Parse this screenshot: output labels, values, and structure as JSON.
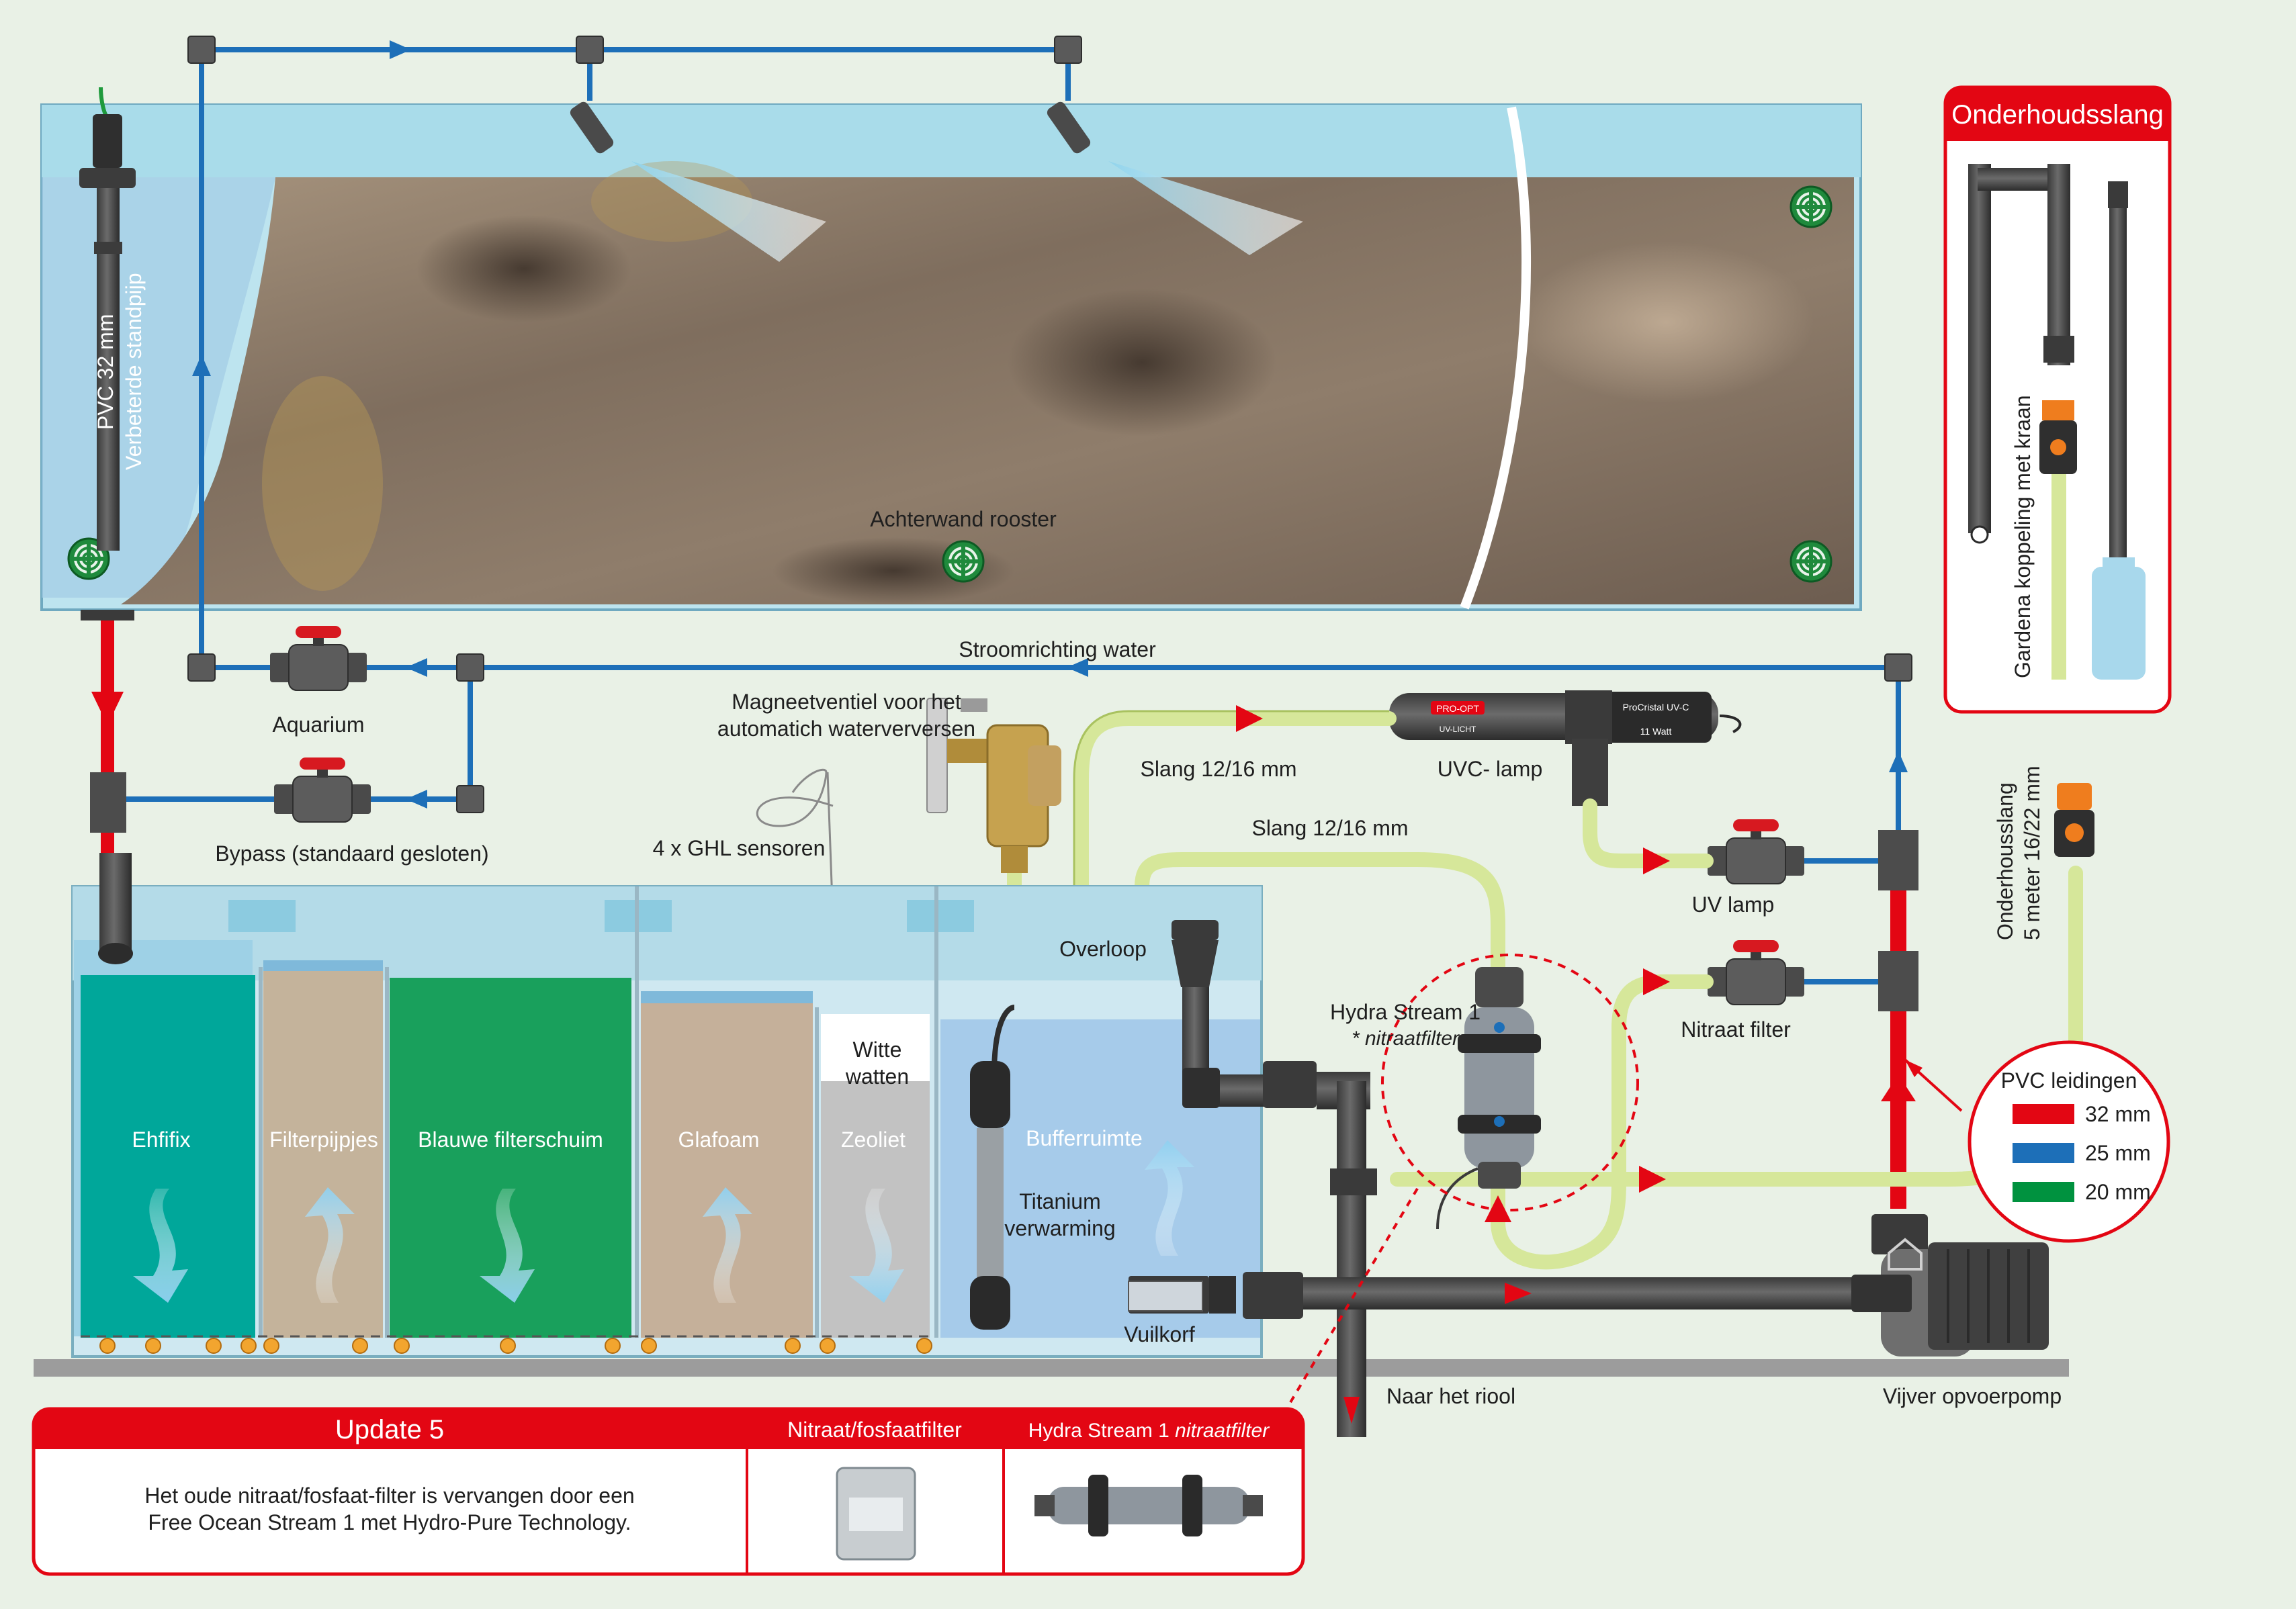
{
  "colors": {
    "pipe_32mm": "#e30613",
    "pipe_25mm": "#1d6fb8",
    "pipe_20mm": "#00923f",
    "hose": "#d6e79a",
    "tank_water": "#a9dcea",
    "rockwall": "#8b7a68",
    "accent_red": "#e30613"
  },
  "tank": {
    "standpipe_label": "PVC 32 mm",
    "standpipe_label2": "Verbeterde standpijp",
    "grate_label": "Achterwand rooster"
  },
  "flow": {
    "direction_label": "Stroomrichting water"
  },
  "valves": {
    "aquarium": "Aquarium",
    "bypass": "Bypass (standaard gesloten)",
    "uv": "UV lamp",
    "nitrate": "Nitraat filter"
  },
  "devices": {
    "magnet_valve_line1": "Magneetventiel voor het",
    "magnet_valve_line2": "automatich waterverversen",
    "sensors": "4 x GHL sensoren",
    "hose_top": "Slang 12/16 mm",
    "hose_mid": "Slang 12/16 mm",
    "uvc_lamp": "UVC- lamp",
    "uvc_brand": "ProCristal UV-C",
    "uvc_watt": "11 Watt",
    "uvc_sub": "UV-LICHT",
    "uvc_logo": "PRO-OPT",
    "overflow": "Overloop",
    "hydra_title": "Hydra Stream 1",
    "hydra_sub": "* nitraatfilter",
    "drain": "Naar het riool",
    "pump": "Vijver  opvoerpomp",
    "cotton_line1": "Witte",
    "cotton_line2": "watten",
    "heater_line1": "Titanium",
    "heater_line2": "verwarming",
    "strainer": "Vuilkorf",
    "maint_hose_line1": "Onderhousslang",
    "maint_hose_line2": "5 meter 16/22 mm"
  },
  "sump": {
    "chambers": [
      "Ehfifix",
      "Filterpijpjes",
      "Blauwe filterschuim",
      "Glafoam",
      "Zeoliet",
      "Bufferruimte"
    ]
  },
  "maintenance": {
    "title": "Onderhoudsslang",
    "gardena": "Gardena koppeling met kraan"
  },
  "legend": {
    "title": "PVC leidingen",
    "items": [
      {
        "label": "32 mm",
        "color": "#e30613"
      },
      {
        "label": "25 mm",
        "color": "#1d6fb8"
      },
      {
        "label": "20 mm",
        "color": "#00923f"
      }
    ]
  },
  "update_box": {
    "title": "Update 5",
    "col2_title": "Nitraat/fosfaatfilter",
    "col3_title": "Hydra Stream 1",
    "col3_title_italic": "nitraatfilter",
    "text_line1": "Het oude nitraat/fosfaat-filter is vervangen door een",
    "text_line2": "Free Ocean Stream 1 met Hydro-Pure Technology."
  }
}
